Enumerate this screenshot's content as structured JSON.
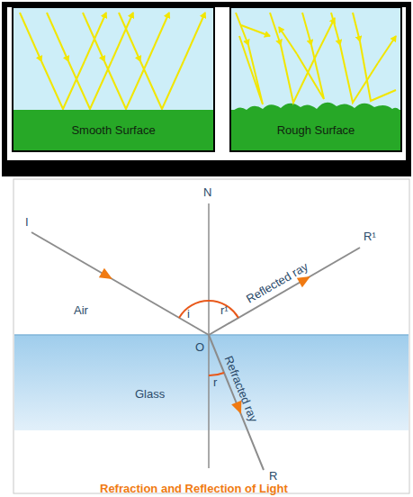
{
  "diagram": {
    "caption": "Refraction and Reflection of Light",
    "nodes": [
      {
        "text": [
          "Smooth Surface"
        ]
      },
      {
        "text": [
          "Rough Surface"
        ]
      },
      {
        "text": [
          "Glass"
        ]
      }
    ],
    "labels": [
      "N",
      "I",
      "Air",
      "i",
      "r¹",
      "Reflected ray",
      "R¹",
      "O",
      "Refracted ray",
      "r",
      "R"
    ]
  }
}
